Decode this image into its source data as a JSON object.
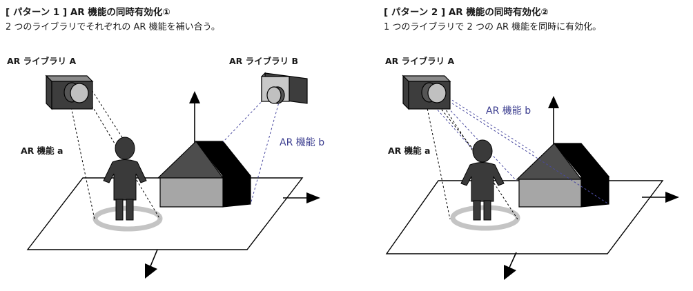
{
  "colors": {
    "blue_label": "#3b3d8f",
    "dashed_black": "#000000",
    "dashed_blue": "#4a4aa0",
    "house_front": "#a6a6a6",
    "house_roof": "#4d4d4d",
    "ring": "#c4c4c4"
  },
  "icons": [
    "camera-icon",
    "person-icon",
    "house-icon",
    "axis-arrow-icon"
  ],
  "pattern1": {
    "title": "[ パターン 1 ] AR 機能の同時有効化①",
    "subtitle": "2 つのライブラリでそれぞれの AR 機能を補い合う。",
    "library_a": "AR ライブラリ A",
    "library_b": "AR ライブラリ B",
    "feature_a": "AR 機能 a",
    "feature_b": "AR 機能 b"
  },
  "pattern2": {
    "title": "[ パターン 2 ] AR 機能の同時有効化②",
    "subtitle": "1 つのライブラリで 2 つの AR 機能を同時に有効化。",
    "library_a": "AR ライブラリ A",
    "feature_a": "AR 機能 a",
    "feature_b": "AR 機能 b"
  }
}
